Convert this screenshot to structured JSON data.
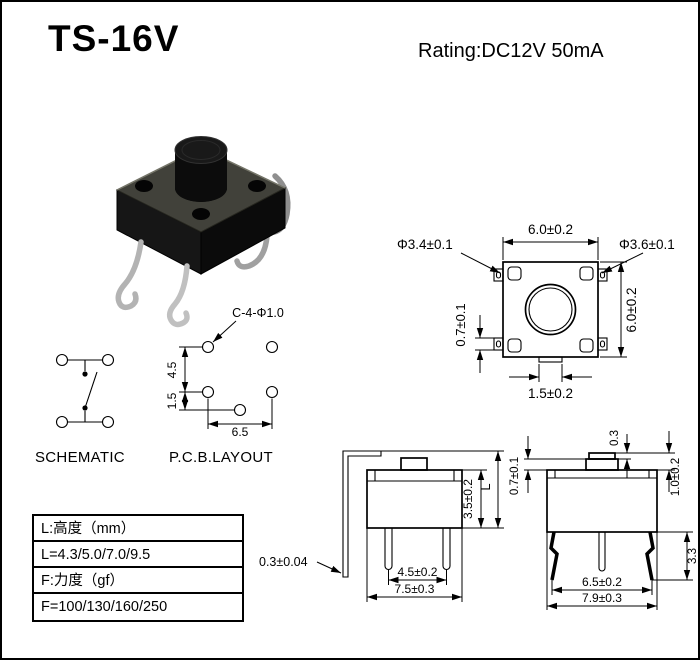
{
  "header": {
    "title": "TS-16V",
    "rating": "Rating:DC12V 50mA"
  },
  "labels": {
    "schematic": "SCHEMATIC",
    "pcb_layout": "P.C.B.LAYOUT"
  },
  "top_view": {
    "dim_width_top": "6.0±0.2",
    "dim_height_right": "6.0±0.2",
    "dim_actuator": "Φ3.4±0.1",
    "dim_terminal": "Φ3.6±0.1",
    "dim_terminal_thickness": "0.7±0.1",
    "dim_boss": "1.5±0.2"
  },
  "pcb_layout": {
    "hole_callout": "C-4-Φ1.0",
    "dim_row_pitch": "4.5",
    "dim_offset": "1.5",
    "dim_col_pitch": "6.5"
  },
  "side_view": {
    "dim_body_height": "3.5±0.2",
    "dim_length": "L",
    "dim_lead_thickness": "0.3±0.04",
    "dim_pin_pitch": "4.5±0.2",
    "dim_body_width": "7.5±0.3"
  },
  "front_view": {
    "dim_flange": "0.7±0.1",
    "dim_travel": "0.3",
    "dim_button_height": "1.0±0.2",
    "dim_leg_height": "3.3",
    "dim_leg_span": "6.5±0.2",
    "dim_body_width": "7.9±0.3"
  },
  "spec_table": {
    "rows": [
      "L:高度（mm）",
      "L=4.3/5.0/7.0/9.5",
      "F:力度（gf）",
      "F=100/130/160/250"
    ]
  },
  "colors": {
    "ink": "#000000",
    "paper": "#ffffff"
  }
}
